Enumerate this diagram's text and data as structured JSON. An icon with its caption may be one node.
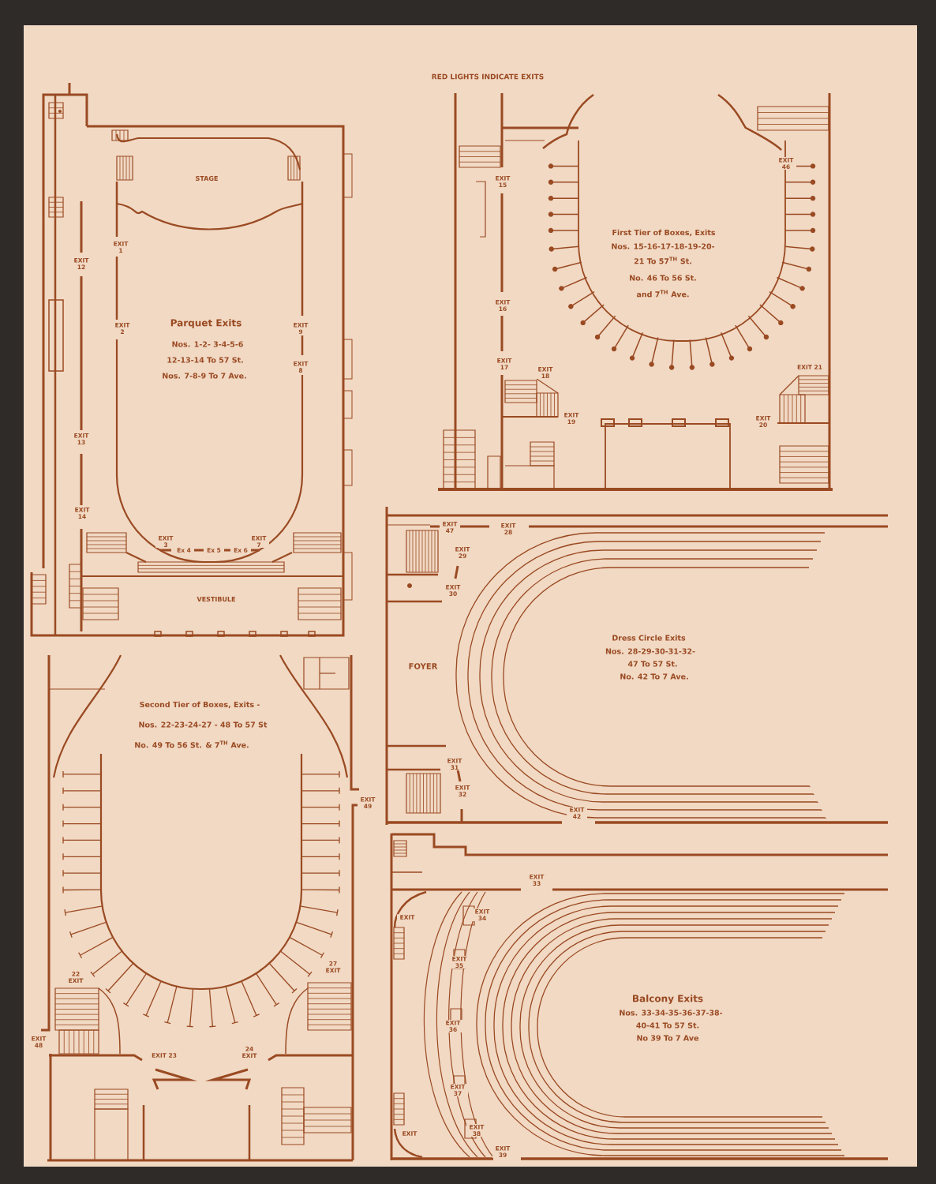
{
  "diagram": {
    "title": "RED LIGHTS INDICATE EXITS",
    "labels": [
      "STAGE",
      "EXIT 1",
      "EXIT 12",
      "Parquet Exits",
      "EXIT 2",
      "EXIT 9",
      "Nos. 1-2- 3-4-5-6",
      "12-13-14 To 57 St.",
      "EXIT 8",
      "Nos. 7-8-9 To 7 Ave.",
      "EXIT 13",
      "EXIT 14",
      "EXIT 3",
      "Ex 4",
      "Ex 5",
      "Ex 6",
      "EXIT 7",
      "VESTIBULE",
      "EXIT 46",
      "EXIT 15",
      "First Tier of Boxes, Exits",
      "Nos. 15-16-17-18-19-20-",
      "21 To 57$^{TH}$ St.",
      "No. 46 To 56 St.",
      "and 7$^{TH}$ Ave.",
      "EXIT 16",
      "EXIT 17",
      "EXIT 21",
      "EXIT 18",
      "EXIT 19",
      "EXIT 20",
      "EXIT 47",
      "EXIT 28",
      "EXIT 29",
      "EXIT 30",
      "Dress Circle Exits",
      "Nos. 28-29-30-31-32-",
      "FOYER",
      "47 To 57 St.",
      "No. 42 To 7 Ave.",
      "EXIT 31",
      "EXIT 32",
      "EXIT 42",
      "Second Tier of Boxes, Exits -",
      "Nos. 22-23-24-27 - 48 To 57 St",
      "No. 49 To 56 St. & 7$^{TH}$ Ave.",
      "EXIT 49",
      "27 EXIT",
      "22 EXIT",
      "EXIT 48",
      "24 EXIT",
      "EXIT 23",
      "EXIT 33",
      "EXIT 34",
      "EXIT",
      "EXIT 35",
      "Balcony Exits",
      "Nos. 33-34-35-36-37-38-",
      "40-41 To 57 St.",
      "EXIT 36",
      "No 39 To 7 Ave",
      "EXIT 37",
      "EXIT 38",
      "EXIT",
      "EXIT 39"
    ]
  }
}
